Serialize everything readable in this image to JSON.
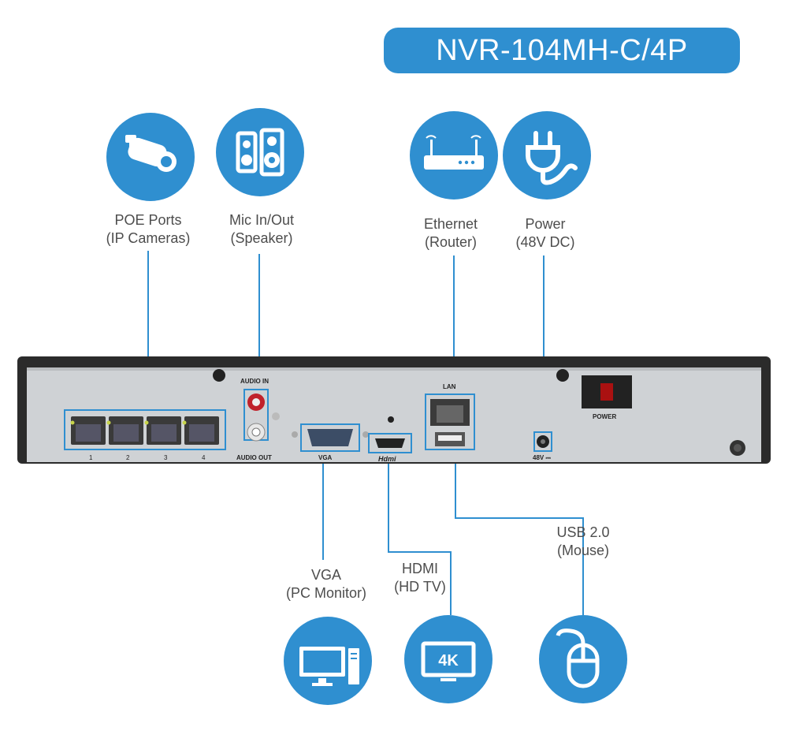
{
  "title": "NVR-104MH-C/4P",
  "colors": {
    "accent": "#2f8fd0",
    "panel": "#cfd2d5",
    "panel_edge": "#2b2b2b"
  },
  "callouts": [
    {
      "id": "poe",
      "line1": "POE Ports",
      "line2": "(IP Cameras)",
      "icon": "security-camera-icon"
    },
    {
      "id": "audio",
      "line1": "Mic In/Out",
      "line2": "(Speaker)",
      "icon": "speaker-icon"
    },
    {
      "id": "ethernet",
      "line1": "Ethernet",
      "line2": "(Router)",
      "icon": "router-icon"
    },
    {
      "id": "power",
      "line1": "Power",
      "line2": "(48V DC)",
      "icon": "power-plug-icon"
    },
    {
      "id": "usb",
      "line1": "USB 2.0",
      "line2": "(Mouse)",
      "icon": "mouse-icon"
    },
    {
      "id": "vga",
      "line1": "VGA",
      "line2": "(PC Monitor)",
      "icon": "monitor-icon"
    },
    {
      "id": "hdmi",
      "line1": "HDMI",
      "line2": "(HD TV)",
      "icon": "tv-4k-icon"
    }
  ],
  "panel": {
    "audio_in": "AUDIO IN",
    "audio_out": "AUDIO OUT",
    "vga": "VGA",
    "hdmi_logo": "Hdmi",
    "lan": "LAN",
    "power": "POWER",
    "dc": "48V ⎓",
    "ports": [
      "1",
      "2",
      "3",
      "4"
    ],
    "tv_text": "4K"
  }
}
